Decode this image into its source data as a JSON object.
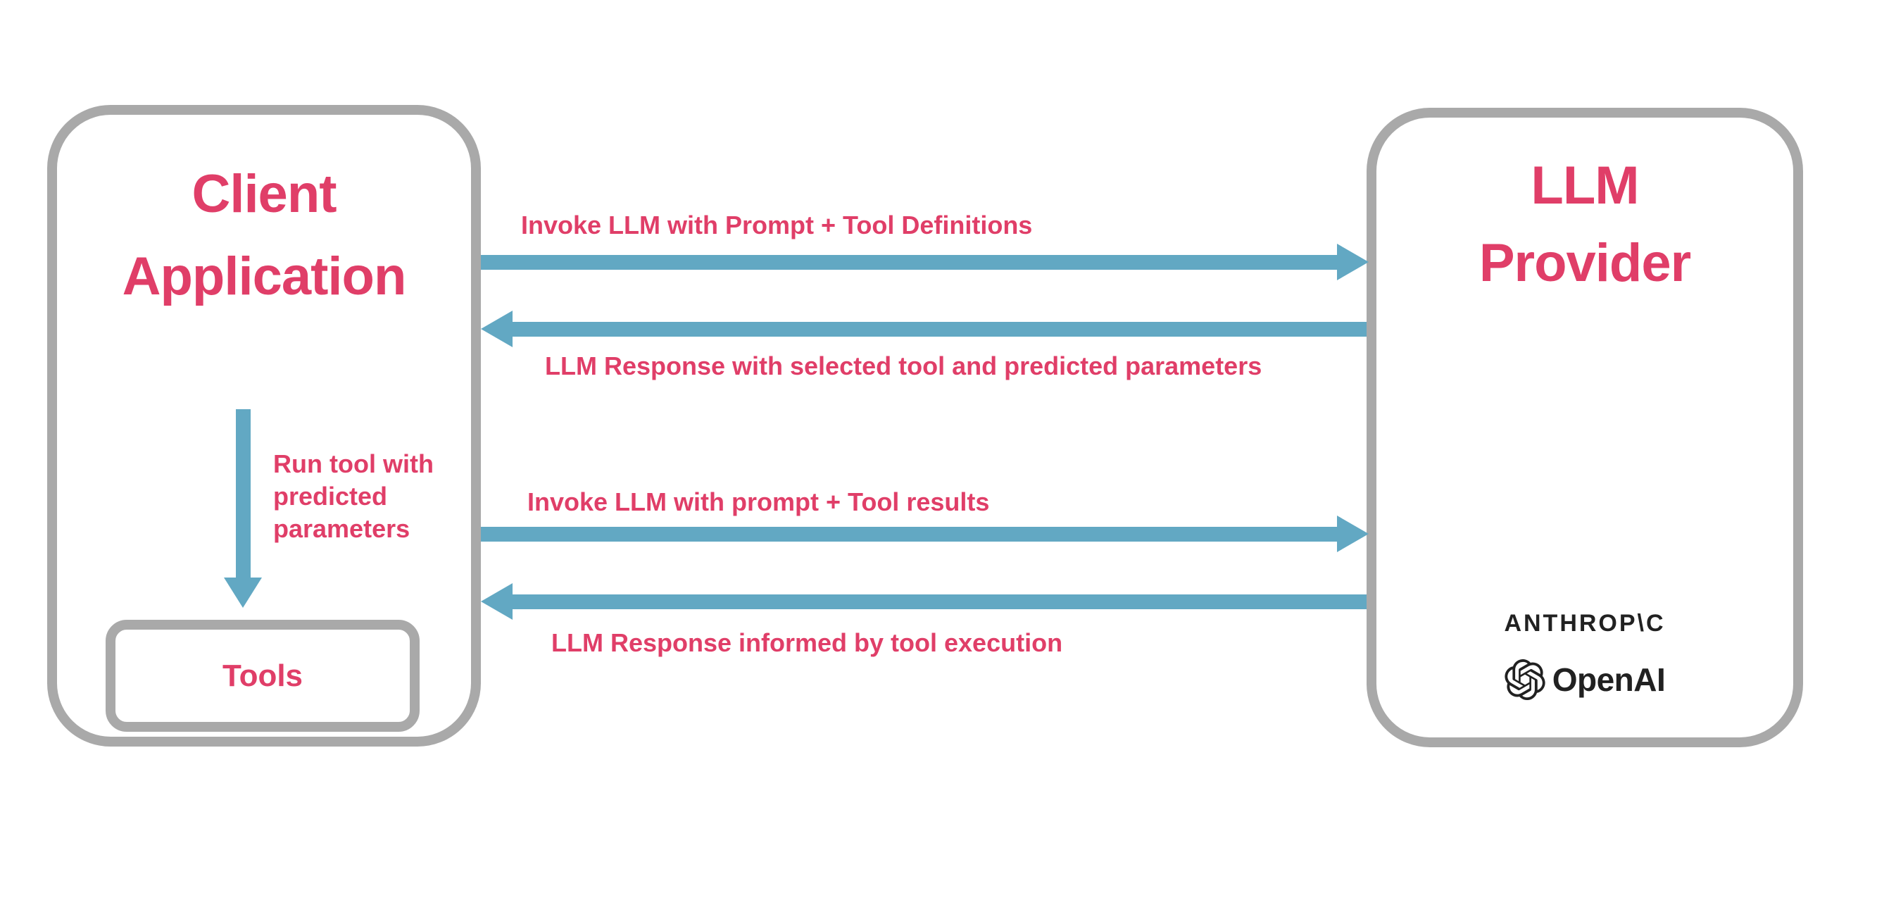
{
  "colors": {
    "pink": "#E03E68",
    "blue": "#62A8C3",
    "gray": "#A9A9A9",
    "ink": "#212121",
    "bg": "#FFFFFF"
  },
  "client_box": {
    "title_line1": "Client",
    "title_line2": "Application",
    "tools_label": "Tools",
    "internal_arrow_label": "Run tool with\npredicted\nparameters"
  },
  "provider_box": {
    "title_line1": "LLM",
    "title_line2": "Provider",
    "logos": {
      "anthropic_text": "ANTHROP\\C",
      "openai_text": "OpenAI"
    }
  },
  "arrows": [
    {
      "direction": "right",
      "label": "Invoke LLM with Prompt + Tool Definitions"
    },
    {
      "direction": "left",
      "label": "LLM Response with selected tool and predicted parameters"
    },
    {
      "direction": "right",
      "label": "Invoke LLM with prompt + Tool results"
    },
    {
      "direction": "left",
      "label": "LLM Response informed by tool execution"
    }
  ]
}
